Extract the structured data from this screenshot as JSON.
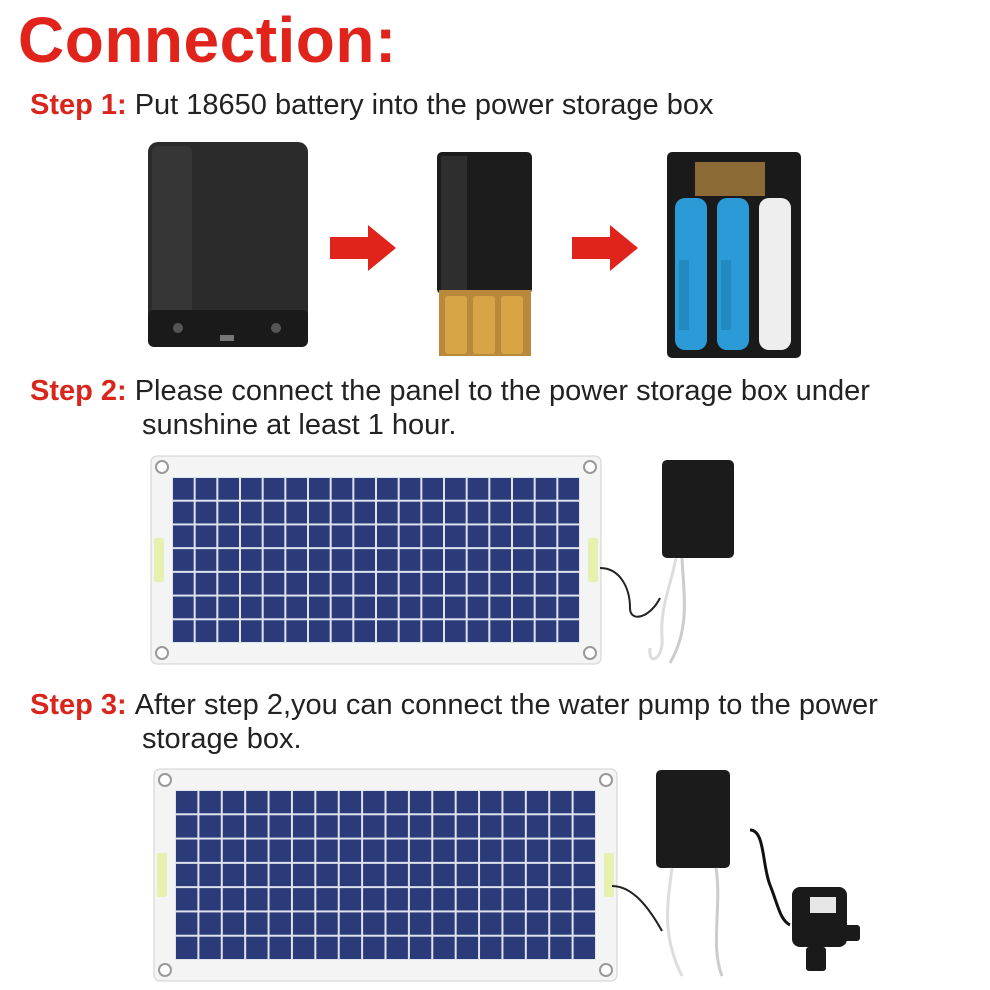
{
  "title": "Connection:",
  "steps": [
    {
      "label": "Step 1:",
      "line1": "Put 18650 battery into the power storage box",
      "line2": ""
    },
    {
      "label": "Step 2:",
      "line1": "Please connect the panel to the power storage box under",
      "line2": "sunshine at least 1 hour."
    },
    {
      "label": "Step 3:",
      "line1": "After step 2,you can connect the water pump to the power",
      "line2": "storage box."
    }
  ],
  "colors": {
    "accent": "#e0231b",
    "panel_cell": "#2b3a78",
    "box": "#1b1b1b",
    "battery": "#2a9bd6"
  }
}
